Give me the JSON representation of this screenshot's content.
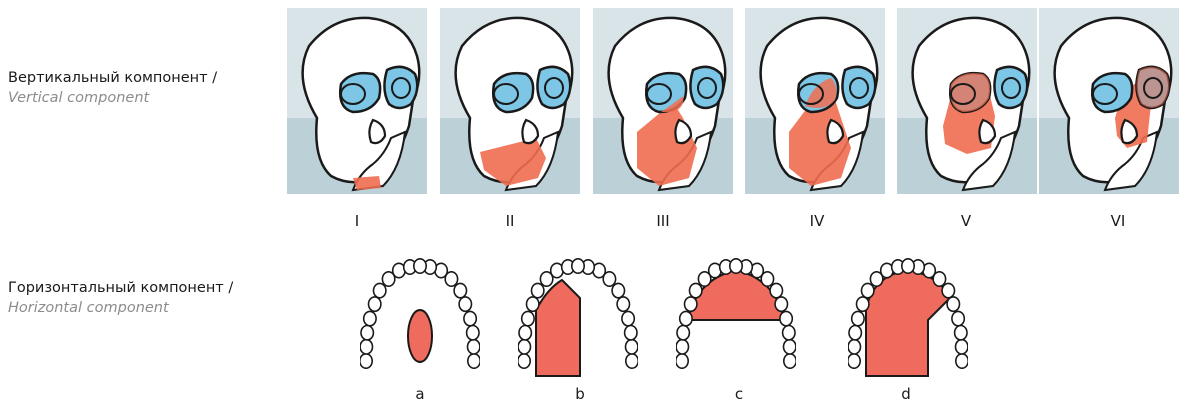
{
  "vertical": {
    "label_ru": "Вертикальный компонент /",
    "label_en": "Vertical component",
    "numerals": [
      "I",
      "II",
      "III",
      "IV",
      "V",
      "VI"
    ]
  },
  "horizontal": {
    "label_ru": "Горизонтальный компонент /",
    "label_en": "Horizontal component",
    "letters": [
      "a",
      "b",
      "c",
      "d"
    ]
  },
  "colors": {
    "defect": "#f06d4f",
    "defect_arch": "#ee6b5e",
    "eye": "#7dc6e6",
    "backdrop": "#a8c4cc",
    "outline": "#1a1a1a"
  }
}
